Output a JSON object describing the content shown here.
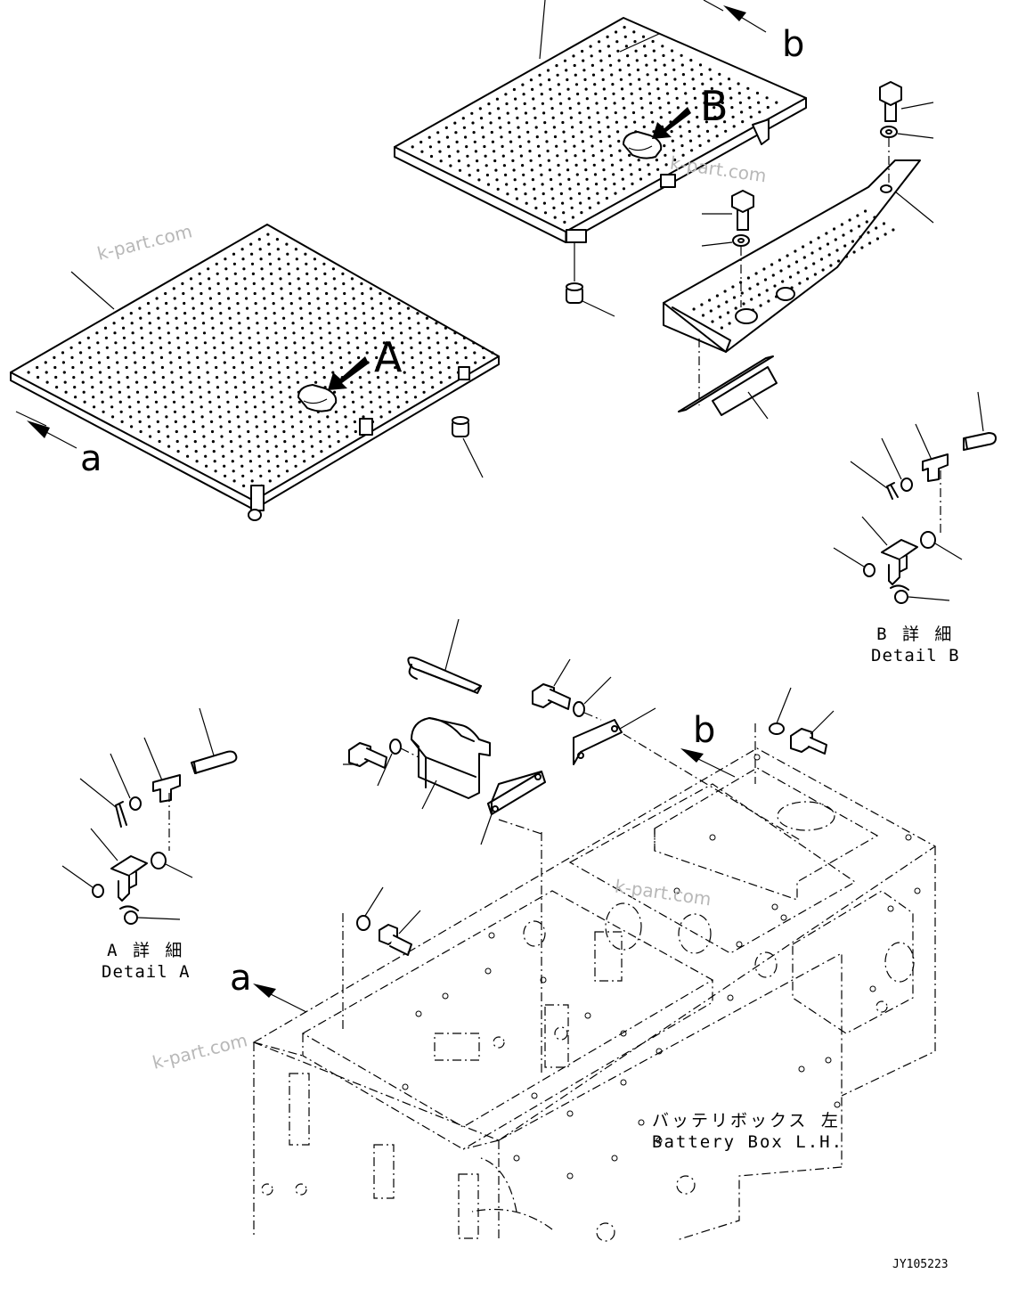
{
  "views": {
    "view_a": "a",
    "view_b": "b",
    "callout_a": "A",
    "callout_b": "B"
  },
  "details": {
    "detail_b": {
      "jp": "B 詳 細",
      "en": "Detail B"
    },
    "detail_a": {
      "jp": "A 詳 細",
      "en": "Detail A"
    }
  },
  "battery_box": {
    "jp": "バッテリボックス 左",
    "en": "Battery Box L.H."
  },
  "drawing_code": "JY105223",
  "watermark": "k-part.com",
  "colors": {
    "ink": "#000000",
    "watermark": "#b8b8b8",
    "paper": "#ffffff"
  }
}
